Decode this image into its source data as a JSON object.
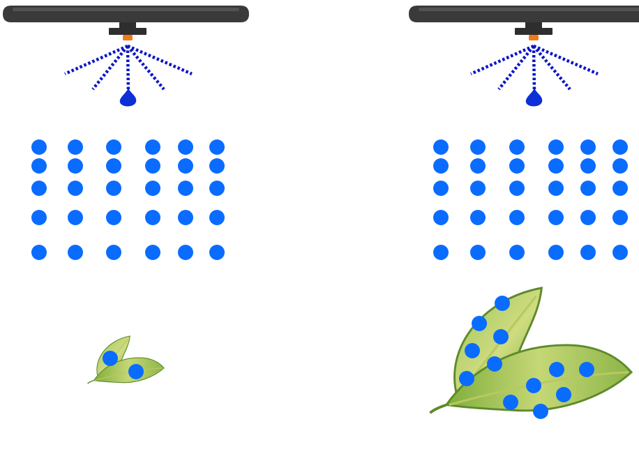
{
  "colors": {
    "background": "#ffffff",
    "boom_pipe": "#3a3a3a",
    "boom_highlight": "#5a5a5a",
    "nozzle_body": "#2e2e2e",
    "nozzle_tip": "#f07a1a",
    "spray_lines": "#0a14c8",
    "drop_large": "#0c2fd6",
    "droplet": "#0a6cff",
    "leaf_fill": "#8fb84a",
    "leaf_fill_light": "#c9d877",
    "leaf_shadow": "#5e8a2a",
    "leaf_vein": "#b7c960"
  },
  "panels": [
    {
      "name": "left-panel",
      "droplet_rows": 5,
      "droplet_columns": 6,
      "leaf": "small",
      "droplets_on_leaf": 2
    },
    {
      "name": "right-panel",
      "droplet_rows": 5,
      "droplet_columns": 6,
      "leaf": "large",
      "droplets_on_leaf": 12
    }
  ],
  "icons": {
    "boom": "spray-boom-icon",
    "nozzle": "nozzle-icon",
    "spray": "spray-fan-icon",
    "drop": "water-drop-icon",
    "leaf": "leaf-icon",
    "droplet": "droplet-dot"
  }
}
